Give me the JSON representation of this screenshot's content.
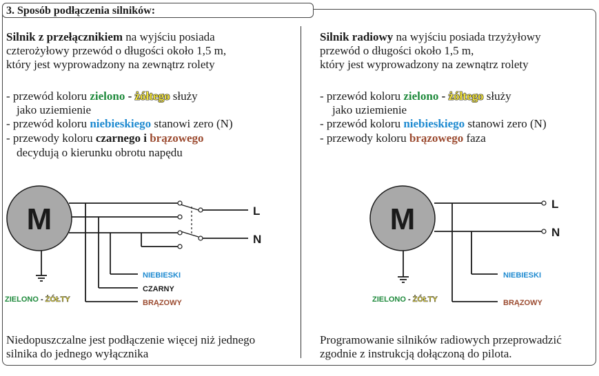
{
  "section_title": "3. Sposób podłączenia silników:",
  "left": {
    "intro_bold": "Silnik z przełącznikiem",
    "intro_rest": " na wyjściu posiada",
    "intro_line2": "czterożyłowy przewód o długości około 1,5 m,",
    "intro_line3": "który jest wyprowadzony na zewnątrz  rolety",
    "b1_prefix": "- przewód koloru ",
    "b1_green": "zielono",
    "b1_sep": " - ",
    "b1_yellow": "żółtego",
    "b1_suffix": " służy",
    "b1_line2": "jako uziemienie",
    "b2_prefix": "- przewód koloru ",
    "b2_blue": "niebieskiego",
    "b2_suffix": " stanowi zero  (N)",
    "b3_prefix": "- przewody koloru ",
    "b3_bold": "czarnego i",
    "b3_space": "  ",
    "b3_brown": "brązowego",
    "b3_line2": "decydują  o  kierunku  obrotu  napędu",
    "footer_line1": "Niedopuszczalne jest podłączenie więcej niż jednego",
    "footer_line2": "silnika do jednego wyłącznika"
  },
  "right": {
    "intro_bold": "Silnik radiowy",
    "intro_rest": " na wyjściu posiada trzyżyłowy",
    "intro_line2": "przewód o długości około 1,5 m,",
    "intro_line3": "który jest wyprowadzony na zewnątrz  rolety",
    "b1_prefix": "- przewód  koloru  ",
    "b1_green": "zielono",
    "b1_sep": " - ",
    "b1_yellow": "żółtego",
    "b1_suffix": "  służy",
    "b1_line2": "jako  uziemienie",
    "b2_prefix": "- przewód  koloru  ",
    "b2_blue": "niebieskiego",
    "b2_suffix": "  stanowi  zero  (N)",
    "b3_prefix": "- przewody koloru ",
    "b3_brown": "brązowego",
    "b3_suffix": "  faza",
    "footer_line1": "Programowanie silników radiowych przeprowadzić",
    "footer_line2": "zgodnie z instrukcją dołączoną do pilota."
  },
  "diagram_left": {
    "motor": "M",
    "terminal_l": "L",
    "terminal_n": "N",
    "wire_blue": "NIEBIESKI",
    "wire_black": "CZARNY",
    "wire_brown": "BRĄZOWY",
    "ground_green": "ZIELONO",
    "ground_sep": " - ",
    "ground_yellow": "ŻÓŁTY"
  },
  "diagram_right": {
    "motor": "M",
    "terminal_l": "L",
    "terminal_n": "N",
    "wire_blue": "NIEBIESKI",
    "wire_brown": "BRĄZOWY",
    "ground_green": "ZIELONO",
    "ground_sep": " - ",
    "ground_yellow": "ŻÓŁTY"
  },
  "colors": {
    "green": "#1f8a3c",
    "yellow": "#f2e33a",
    "blue": "#1e8ad0",
    "brown": "#9b4a2f",
    "black": "#1a1a1a",
    "motor_fill": "#a9a9a9"
  }
}
